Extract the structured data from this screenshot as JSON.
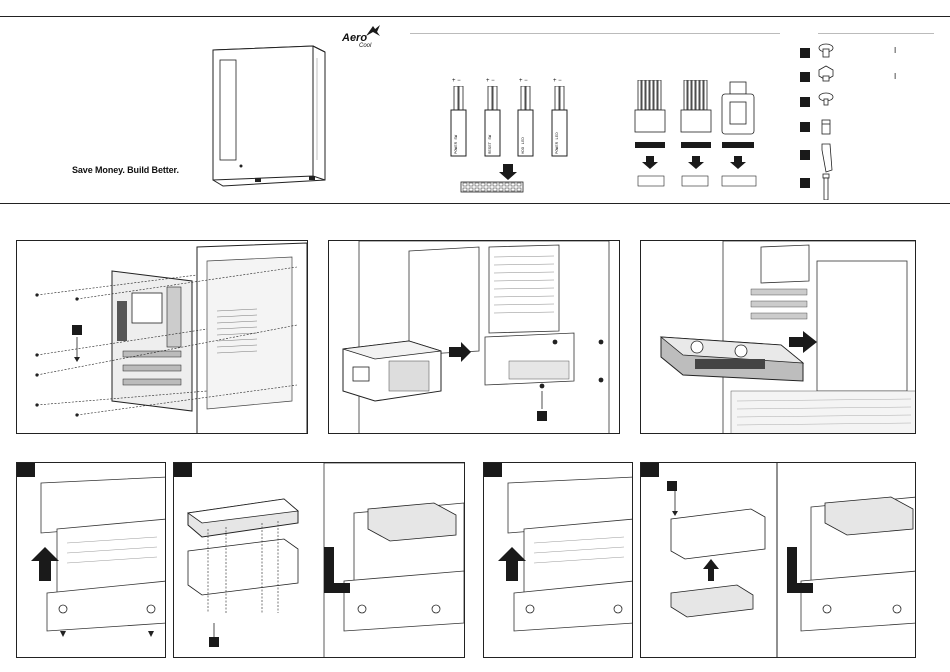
{
  "brand": {
    "logo": "Aero",
    "logo_sub": "Cool",
    "slogan": "Save Money. Build Better."
  },
  "front_panel": {
    "connectors": [
      {
        "label": "POWER SW",
        "polarity": "+  −"
      },
      {
        "label": "RESET SW",
        "polarity": "+  −"
      },
      {
        "label": "HDD LED",
        "polarity": "+  −",
        "mark": "+\n−"
      },
      {
        "label": "POWER LED",
        "polarity": "+  −",
        "mark": "+ −"
      }
    ]
  },
  "accessories": {
    "items": [
      {
        "icon": "motherboard-screw-icon",
        "qty": "I"
      },
      {
        "icon": "psu-screw-icon",
        "qty": "I"
      },
      {
        "icon": "hdd-screw-icon",
        "qty": ""
      },
      {
        "icon": "standoff-icon",
        "qty": ""
      },
      {
        "icon": "cable-tie-icon",
        "qty": ""
      },
      {
        "icon": "long-screw-icon",
        "qty": ""
      }
    ]
  },
  "colors": {
    "ink": "#1a1a1a",
    "line": "#222222",
    "fill_light": "#e9e9e9",
    "fill_mid": "#bdbdbd"
  }
}
